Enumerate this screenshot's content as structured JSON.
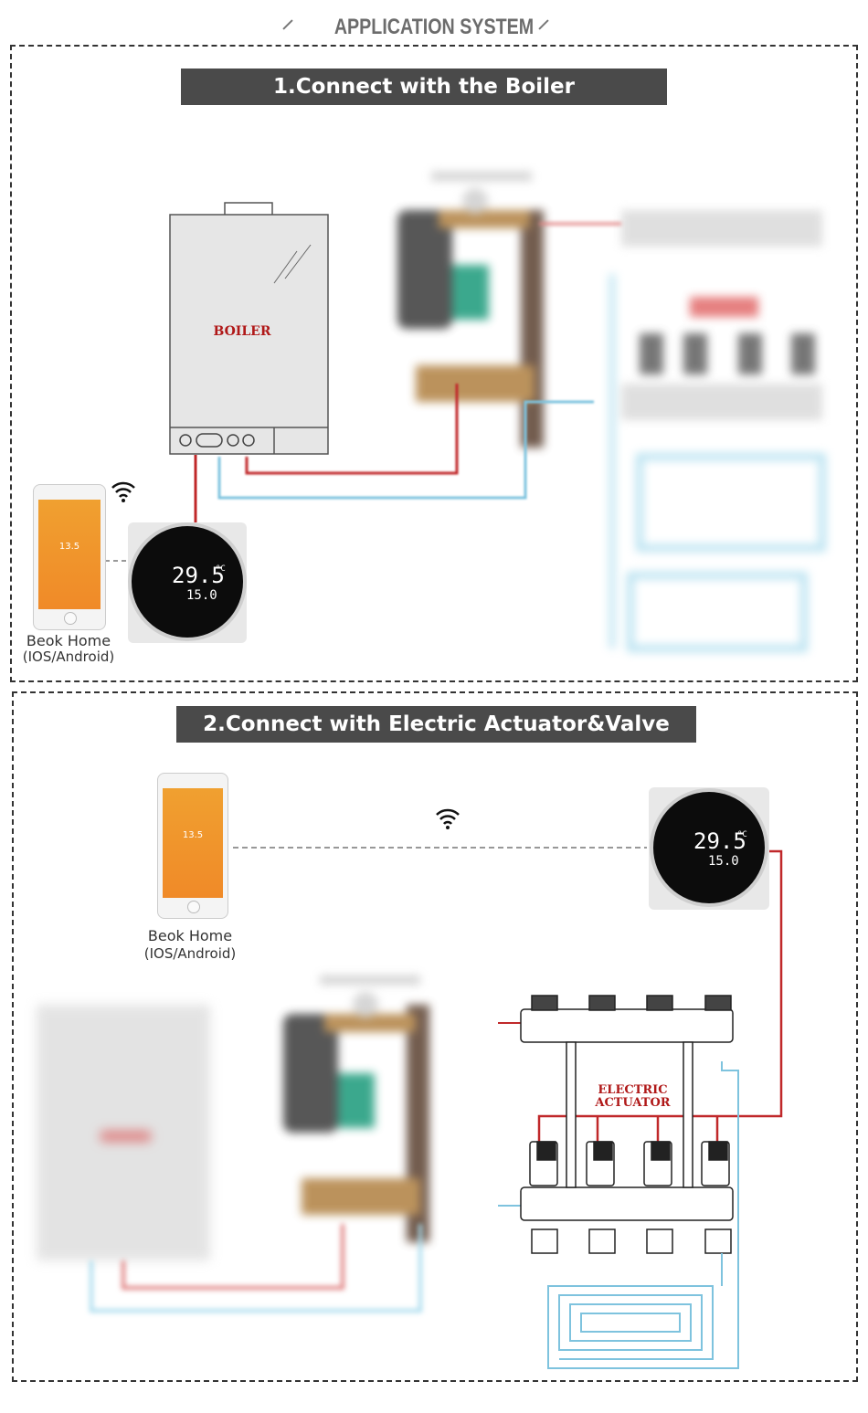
{
  "header": {
    "title": "APPLICATION SYSTEM"
  },
  "section1": {
    "banner": "1.Connect with the Boiler",
    "boiler_label": "BOILER",
    "app_name": "Beok Home",
    "app_platform": "(IOS/Android)",
    "phone_temp": "13.5",
    "thermo_temp": "29.5",
    "thermo_unit": "°C",
    "thermo_set": "15.0"
  },
  "section2": {
    "banner": "2.Connect with Electric Actuator&Valve",
    "app_name": "Beok Home",
    "app_platform": "(IOS/Android)",
    "phone_temp": "13.5",
    "thermo_temp": "29.5",
    "thermo_unit": "°C",
    "thermo_set": "15.0",
    "actuator_label_line1": "ELECTRIC",
    "actuator_label_line2": "ACTUATOR"
  },
  "colors": {
    "hot_pipe": "#c0282a",
    "cold_pipe": "#7ec3de",
    "banner_bg": "#4a4a4a",
    "accent_orange": "#f09a2e"
  },
  "icons": [
    "wifi-icon",
    "wifi-icon"
  ]
}
